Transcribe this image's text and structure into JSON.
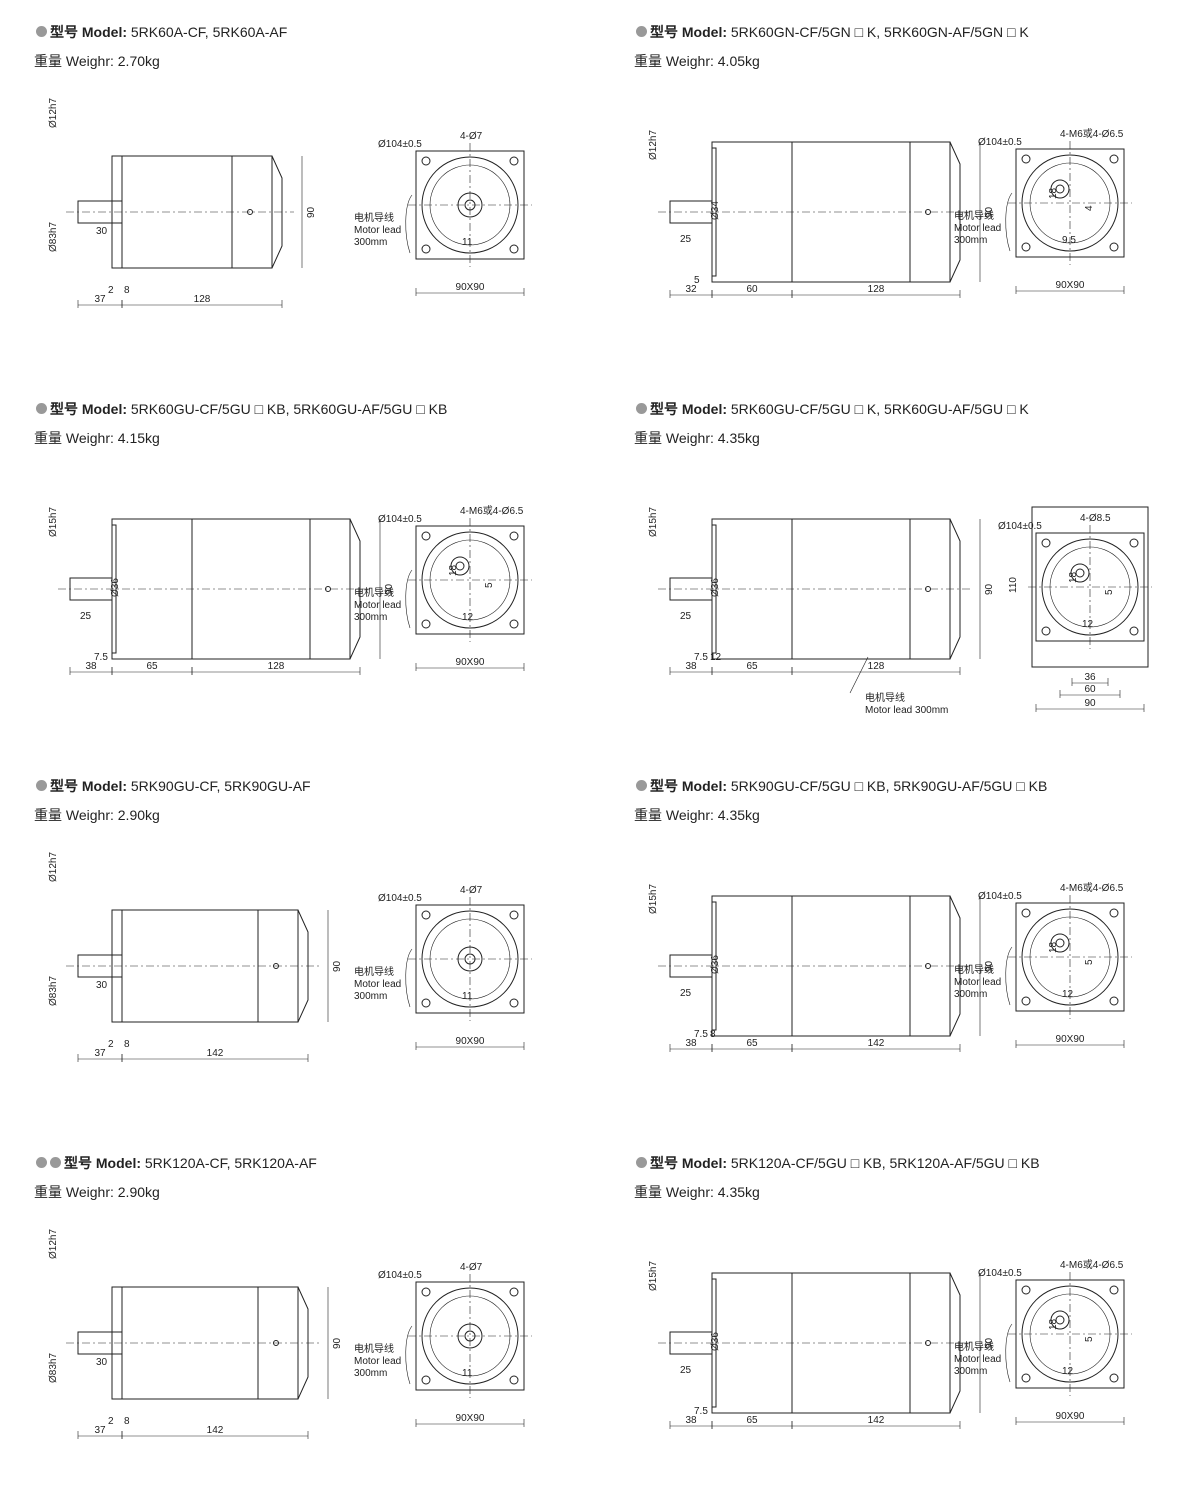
{
  "labels": {
    "model_prefix": "型号",
    "model_word": "Model:",
    "weight_prefix": "重量",
    "weight_word": "Weighr:",
    "lead_cn": "电机导线",
    "lead_en": "Motor lead",
    "lead_len": "300mm",
    "lead_combined": "Motor lead 300mm"
  },
  "drawings": [
    {
      "model": "5RK60A-CF, 5RK60A-AF",
      "weight": "2.70kg",
      "dots": 1,
      "dims": {
        "d1": "Ø12h7",
        "d2": "Ø83h7",
        "flange": "Ø104±0.5",
        "holes": "4-Ø7",
        "key": "11",
        "size": "90X90",
        "height": "90",
        "L1": "37",
        "L2": "128",
        "t1": "2",
        "t2": "8",
        "s": "30"
      }
    },
    {
      "model": "5RK60GN-CF/5GN □ K, 5RK60GN-AF/5GN □ K",
      "weight": "4.05kg",
      "dots": 1,
      "dims": {
        "d1": "Ø12h7",
        "d2": "Ø34",
        "flange": "Ø104±0.5",
        "holes": "4-M6或4-Ø6.5",
        "key": "9.5",
        "size": "90X90",
        "height": "90",
        "L1": "32",
        "L2": "60",
        "L3": "128",
        "t1": "5",
        "s": "25",
        "k1": "18",
        "k2": "4"
      }
    },
    {
      "model": "5RK60GU-CF/5GU □ KB, 5RK60GU-AF/5GU □ KB",
      "weight": "4.15kg",
      "dots": 1,
      "dims": {
        "d1": "Ø15h7",
        "d2": "Ø36",
        "flange": "Ø104±0.5",
        "holes": "4-M6或4-Ø6.5",
        "key": "12",
        "size": "90X90",
        "height": "90",
        "L1": "38",
        "L2": "65",
        "L3": "128",
        "t1": "7.5",
        "s": "25",
        "k1": "18",
        "k2": "5"
      }
    },
    {
      "model": "5RK60GU-CF/5GU □ K, 5RK60GU-AF/5GU □ K",
      "weight": "4.35kg",
      "dots": 1,
      "dims": {
        "d1": "Ø15h7",
        "d2": "Ø36",
        "flange": "Ø104±0.5",
        "holes": "4-Ø8.5",
        "key": "12",
        "size": "90",
        "height": "90",
        "h2": "110",
        "L1": "38",
        "L2": "65",
        "L3": "128",
        "t1": "7.5",
        "t2": "12",
        "s": "25",
        "k1": "18",
        "k2": "5",
        "w1": "36",
        "w2": "60"
      }
    },
    {
      "model": "5RK90GU-CF, 5RK90GU-AF",
      "weight": "2.90kg",
      "dots": 1,
      "dims": {
        "d1": "Ø12h7",
        "d2": "Ø83h7",
        "flange": "Ø104±0.5",
        "holes": "4-Ø7",
        "key": "11",
        "size": "90X90",
        "height": "90",
        "L1": "37",
        "L2": "142",
        "t1": "2",
        "t2": "8",
        "s": "30"
      }
    },
    {
      "model": "5RK90GU-CF/5GU □ KB, 5RK90GU-AF/5GU □ KB",
      "weight": "4.35kg",
      "dots": 1,
      "dims": {
        "d1": "Ø15h7",
        "d2": "Ø36",
        "flange": "Ø104±0.5",
        "holes": "4-M6或4-Ø6.5",
        "key": "12",
        "size": "90X90",
        "height": "90",
        "L1": "38",
        "L2": "65",
        "L3": "142",
        "t1": "7.5",
        "t2": "8",
        "s": "25",
        "k1": "18",
        "k2": "5"
      }
    },
    {
      "model": "5RK120A-CF, 5RK120A-AF",
      "weight": "2.90kg",
      "dots": 2,
      "dims": {
        "d1": "Ø12h7",
        "d2": "Ø83h7",
        "flange": "Ø104±0.5",
        "holes": "4-Ø7",
        "key": "11",
        "size": "90X90",
        "height": "90",
        "L1": "37",
        "L2": "142",
        "t1": "2",
        "t2": "8",
        "s": "30"
      }
    },
    {
      "model": "5RK120A-CF/5GU □ KB, 5RK120A-AF/5GU □ KB",
      "weight": "4.35kg",
      "dots": 1,
      "dims": {
        "d1": "Ø15h7",
        "d2": "Ø36",
        "flange": "Ø104±0.5",
        "holes": "4-M6或4-Ø6.5",
        "key": "12",
        "size": "90X90",
        "height": "90",
        "L1": "38",
        "L2": "65",
        "L3": "142",
        "t1": "7.5",
        "s": "25",
        "k1": "18",
        "k2": "5"
      }
    }
  ]
}
